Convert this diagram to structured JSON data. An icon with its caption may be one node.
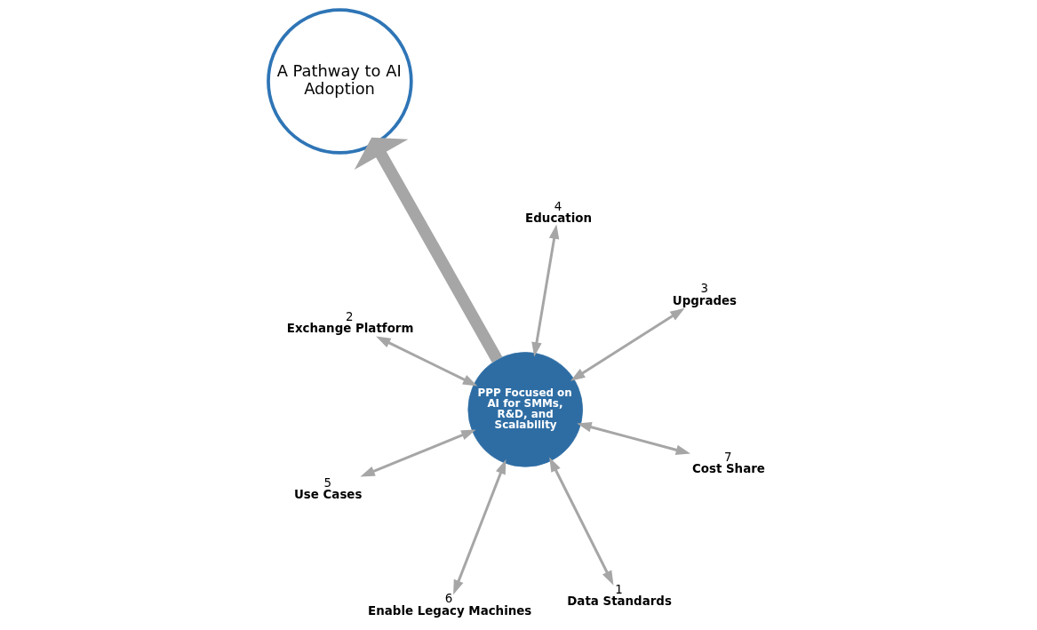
{
  "diagram": {
    "nodes": [
      {
        "text": [
          "2",
          "Exchange Platform"
        ]
      },
      {
        "text": [
          "3",
          "Upgrades"
        ]
      },
      {
        "text": [
          "1",
          "Data Standards"
        ]
      },
      {
        "text": [
          "4",
          "Education"
        ]
      },
      {
        "text": [
          "PPP Focused on AI for SMMs, R&D, and Scalability"
        ]
      },
      {
        "text": [
          "A Pathway to AI Adoption"
        ]
      },
      {
        "text": [
          "5",
          "Use Cases"
        ]
      },
      {
        "text": [
          "7",
          "Cost Share"
        ]
      },
      {
        "text": [
          "6",
          "Enable Legacy Machines"
        ]
      }
    ],
    "edges": [
      {
        "from": 4,
        "to": 2,
        "arrow": "both"
      },
      {
        "from": 4,
        "to": 0,
        "arrow": "both"
      },
      {
        "from": 4,
        "to": 1,
        "arrow": "both"
      },
      {
        "from": 4,
        "to": 3,
        "arrow": "both"
      },
      {
        "from": 4,
        "to": 6,
        "arrow": "both"
      },
      {
        "from": 4,
        "to": 8,
        "arrow": "both"
      },
      {
        "from": 4,
        "to": 7,
        "arrow": "both"
      },
      {
        "from": 4,
        "to": 5,
        "arrow": "to",
        "style": "thick"
      }
    ]
  }
}
